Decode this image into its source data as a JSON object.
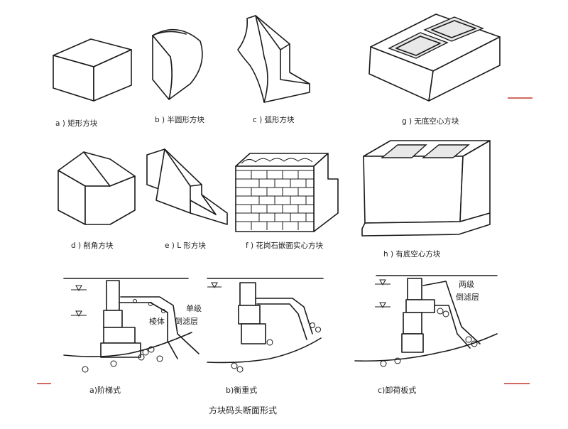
{
  "captions": {
    "a": "a ) 矩形方块",
    "b": "b ) 半圆形方块",
    "c": "c ) 弧形方块",
    "g": "g ) 无底空心方块",
    "d": "d ) 削角方块",
    "e": "e ) L 形方块",
    "f": "f ) 花岗石嵌面实心方块",
    "h": "h ) 有底空心方块"
  },
  "sections": {
    "a_label": "a)阶梯式",
    "b_label": "b)衡重式",
    "c_label": "c)卸荷板式",
    "note_single_1": "单级",
    "note_single_2": "倒滤层",
    "note_prism": "棱体",
    "note_double_1": "两级",
    "note_double_2": "倒滤层"
  },
  "figure_title": "方块码头断面形式"
}
